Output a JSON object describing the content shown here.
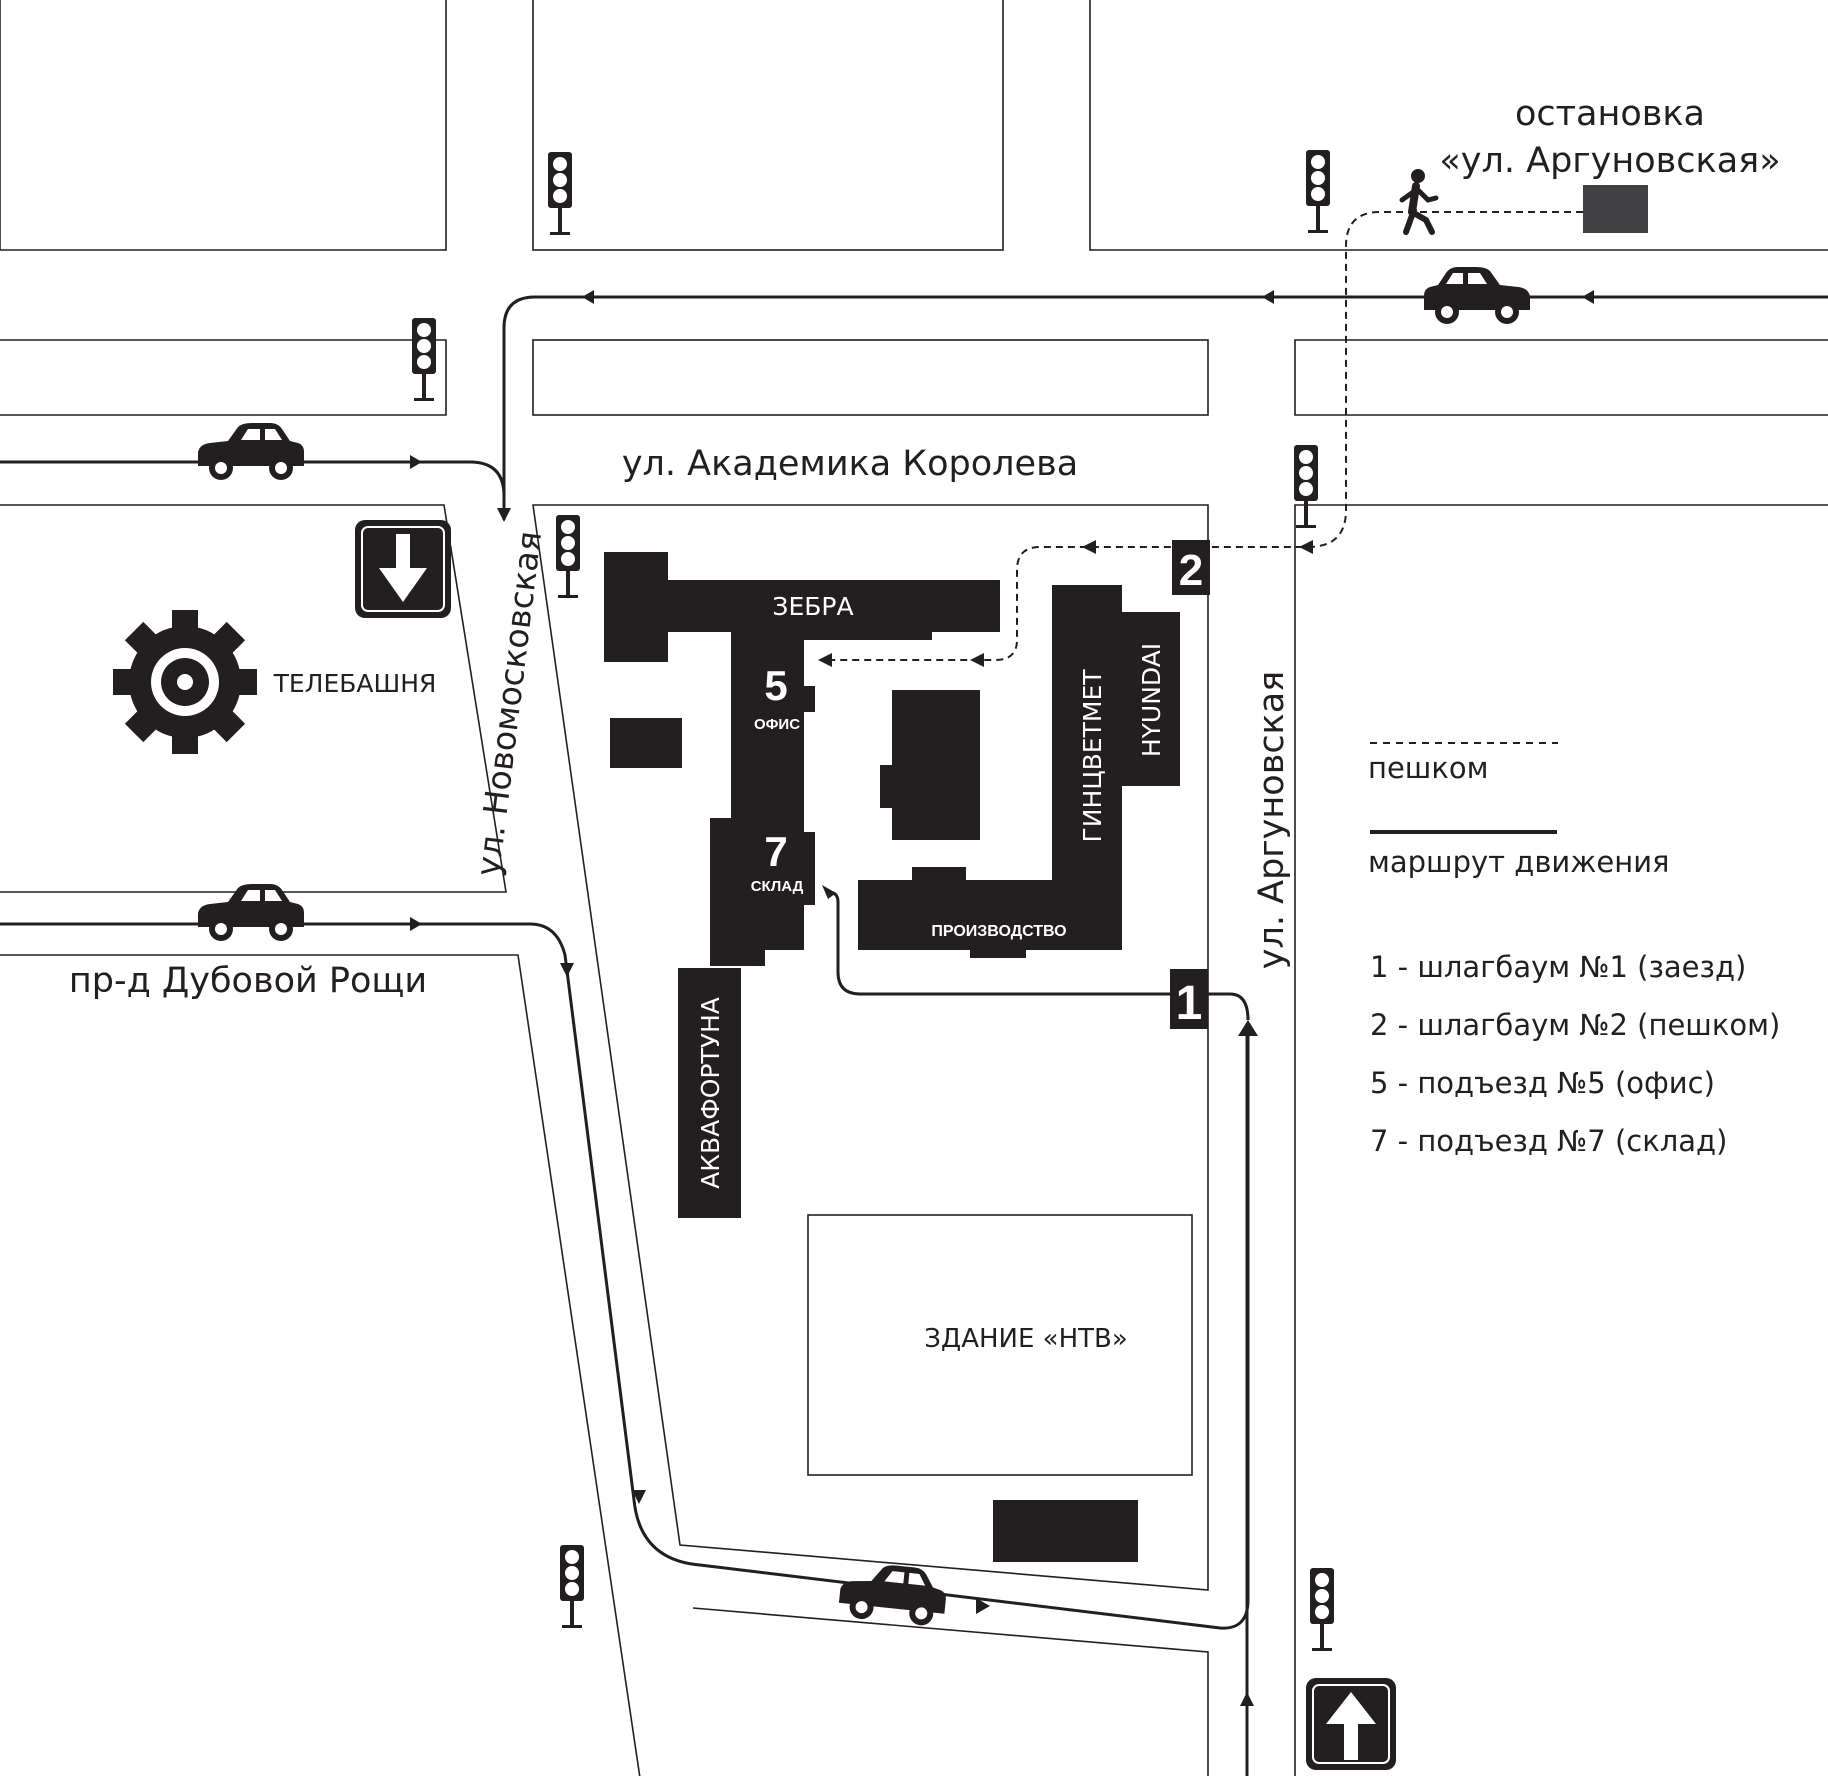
{
  "map": {
    "streets": {
      "korolev": "ул. Академика Королева",
      "novomoskovskaya": "ул. Новомосковская",
      "argunovskaya": "ул. Аргуновская",
      "dubovaya_roshcha": "пр-д Дубовой Рощи"
    },
    "bus_stop": {
      "line1": "остановка",
      "line2": "«ул. Аргуновская»"
    },
    "landmarks": {
      "tv_tower": "ТЕЛЕБАШНЯ",
      "ntv_building": "ЗДАНИЕ «НТВ»"
    },
    "buildings": {
      "zebra": "ЗЕБРА",
      "office_number": "5",
      "office_label": "ОФИС",
      "warehouse_number": "7",
      "warehouse_label": "СКЛАД",
      "production": "ПРОИЗВОДСТВО",
      "gintsvetmet": "ГИНЦВЕТМЕТ",
      "hyundai": "HYUNDAI",
      "akvafortuna": "АКВАФОРТУНА"
    },
    "gates": {
      "gate1": "1",
      "gate2": "2"
    },
    "legend": {
      "walk_label": "пешком",
      "route_label": "маршрут движения",
      "items": [
        "1 - шлагбаум №1 (заезд)",
        "2 - шлагбаум №2 (пешком)",
        "5 - подъезд №5 (офис)",
        "7 - подъезд №7 (склад)"
      ]
    },
    "icons": [
      "traffic-light-icon",
      "car-icon",
      "pedestrian-icon",
      "gear-icon",
      "one-way-arrow-icon",
      "bus-stop-icon"
    ],
    "colors": {
      "ink": "#231f20",
      "stop": "#414042",
      "paper": "#ffffff"
    }
  }
}
